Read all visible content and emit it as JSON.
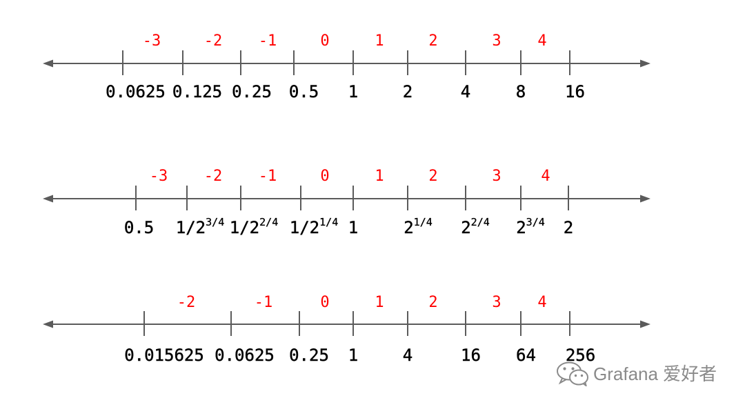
{
  "number_lines": [
    {
      "upper_labels": [
        "-3",
        "-2",
        "-1",
        "0",
        "1",
        "2",
        "3",
        "4"
      ],
      "lower_labels": [
        {
          "base": "0.0625"
        },
        {
          "base": "0.125"
        },
        {
          "base": "0.25"
        },
        {
          "base": "0.5"
        },
        {
          "base": "1"
        },
        {
          "base": "2"
        },
        {
          "base": "4"
        },
        {
          "base": "8"
        },
        {
          "base": "16"
        }
      ]
    },
    {
      "upper_labels": [
        "-3",
        "-2",
        "-1",
        "0",
        "1",
        "2",
        "3",
        "4"
      ],
      "lower_labels": [
        {
          "base": "0.5"
        },
        {
          "base": "1/2",
          "sup": "3/4"
        },
        {
          "base": "1/2",
          "sup": "2/4"
        },
        {
          "base": "1/2",
          "sup": "1/4"
        },
        {
          "base": "1"
        },
        {
          "base": "2",
          "sup": "1/4"
        },
        {
          "base": "2",
          "sup": "2/4"
        },
        {
          "base": "2",
          "sup": "3/4"
        },
        {
          "base": "2"
        }
      ]
    },
    {
      "upper_labels": [
        "-2",
        "-1",
        "0",
        "1",
        "2",
        "3",
        "4"
      ],
      "lower_labels": [
        {
          "base": "0.015625"
        },
        {
          "base": "0.0625"
        },
        {
          "base": "0.25"
        },
        {
          "base": "1"
        },
        {
          "base": "4"
        },
        {
          "base": "16"
        },
        {
          "base": "64"
        },
        {
          "base": "256"
        }
      ]
    }
  ],
  "watermark": {
    "icon": "wechat-icon",
    "text": "Grafana 爱好者"
  },
  "colors": {
    "axis": "#5b5b5b",
    "upper_labels": "#ff0000",
    "lower_labels": "#000000",
    "watermark": "#8a8a8a",
    "background": "#ffffff"
  }
}
